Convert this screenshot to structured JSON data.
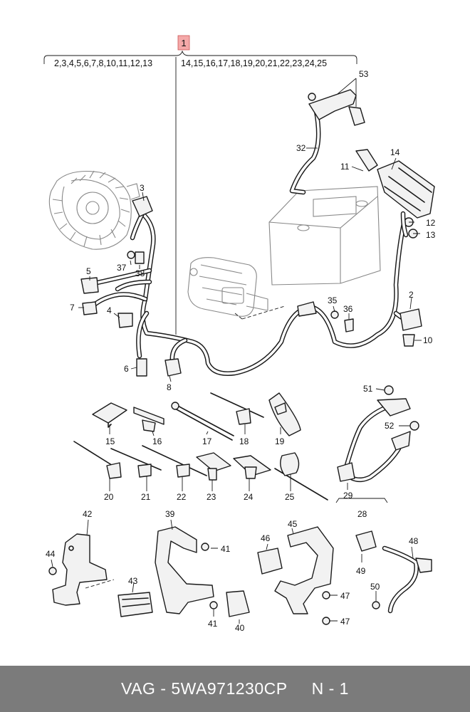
{
  "diagram": {
    "main_callout": "1",
    "brace_left_group": "2,3,4,5,6,7,8,10,11,12,13",
    "brace_right_group": "14,15,16,17,18,19,20,21,22,23,24,25",
    "labels": {
      "p2": "2",
      "p3": "3",
      "p4": "4",
      "p5": "5",
      "p6": "6",
      "p7": "7",
      "p8": "8",
      "p10": "10",
      "p11": "11",
      "p12": "12",
      "p13": "13",
      "p14": "14",
      "p15": "15",
      "p16": "16",
      "p17": "17",
      "p18": "18",
      "p19": "19",
      "p20": "20",
      "p21": "21",
      "p22": "22",
      "p23": "23",
      "p24": "24",
      "p25": "25",
      "p28": "28",
      "p29": "29",
      "p32": "32",
      "p35": "35",
      "p36": "36",
      "p37": "37",
      "p38": "38",
      "p39": "39",
      "p40": "40",
      "p41a": "41",
      "p41b": "41",
      "p42": "42",
      "p43": "43",
      "p44": "44",
      "p45": "45",
      "p46": "46",
      "p47a": "47",
      "p47b": "47",
      "p48": "48",
      "p49": "49",
      "p50": "50",
      "p51": "51",
      "p52": "52",
      "p53": "53"
    }
  },
  "footer": {
    "brand": "VAG",
    "separator": "-",
    "part_number": "5WA971230CP",
    "page_label": "N - 1"
  }
}
